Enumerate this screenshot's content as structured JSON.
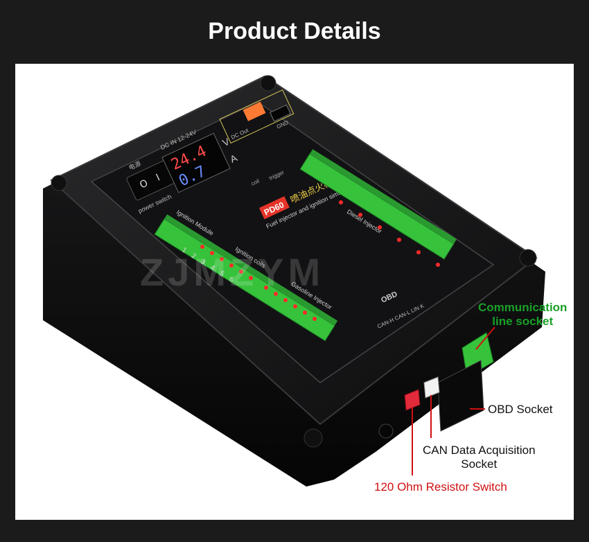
{
  "header": {
    "title": "Product Details"
  },
  "device": {
    "model_badge": "PD60",
    "name_cn": "喷油点火模拟器",
    "name_en": "Fuel injector and ignition simulator",
    "power_input": "DC IN 12-24V",
    "power_switch_label": "power switch",
    "power_switch_cn": "电源",
    "display_top": "24.4",
    "display_top_unit": "V",
    "display_bottom": "0.7",
    "display_bottom_unit": "A",
    "dc_out": "DC Out",
    "gnd": "GND",
    "coil": "coil",
    "trigger": "trigger",
    "sections": {
      "ignition_module": "Ignition Module",
      "ignition_coils": "Ignition coils",
      "gasoline_injector": "Gasoline Injector",
      "diesel_injector": "Diesel Injector"
    },
    "channel_numbers": [
      "1",
      "2",
      "3",
      "4",
      "5",
      "6"
    ],
    "obd_title": "OBD",
    "obd_pins": "CAN-H CAN-L LIN K",
    "watermark": "ZJMZYM"
  },
  "callouts": {
    "communication": [
      "Communication",
      "line socket"
    ],
    "obd_socket": "OBD Socket",
    "can_data": [
      "CAN Data Acquisition",
      "Socket"
    ],
    "resistor": "120 Ohm Resistor Switch"
  },
  "colors": {
    "background": "#1b1b1b",
    "callout_green": "#1aa028",
    "callout_red": "#d01010",
    "terminal_green": "#37c23c",
    "led_blue": "#6a8cff",
    "led_red": "#ff2a2a"
  }
}
